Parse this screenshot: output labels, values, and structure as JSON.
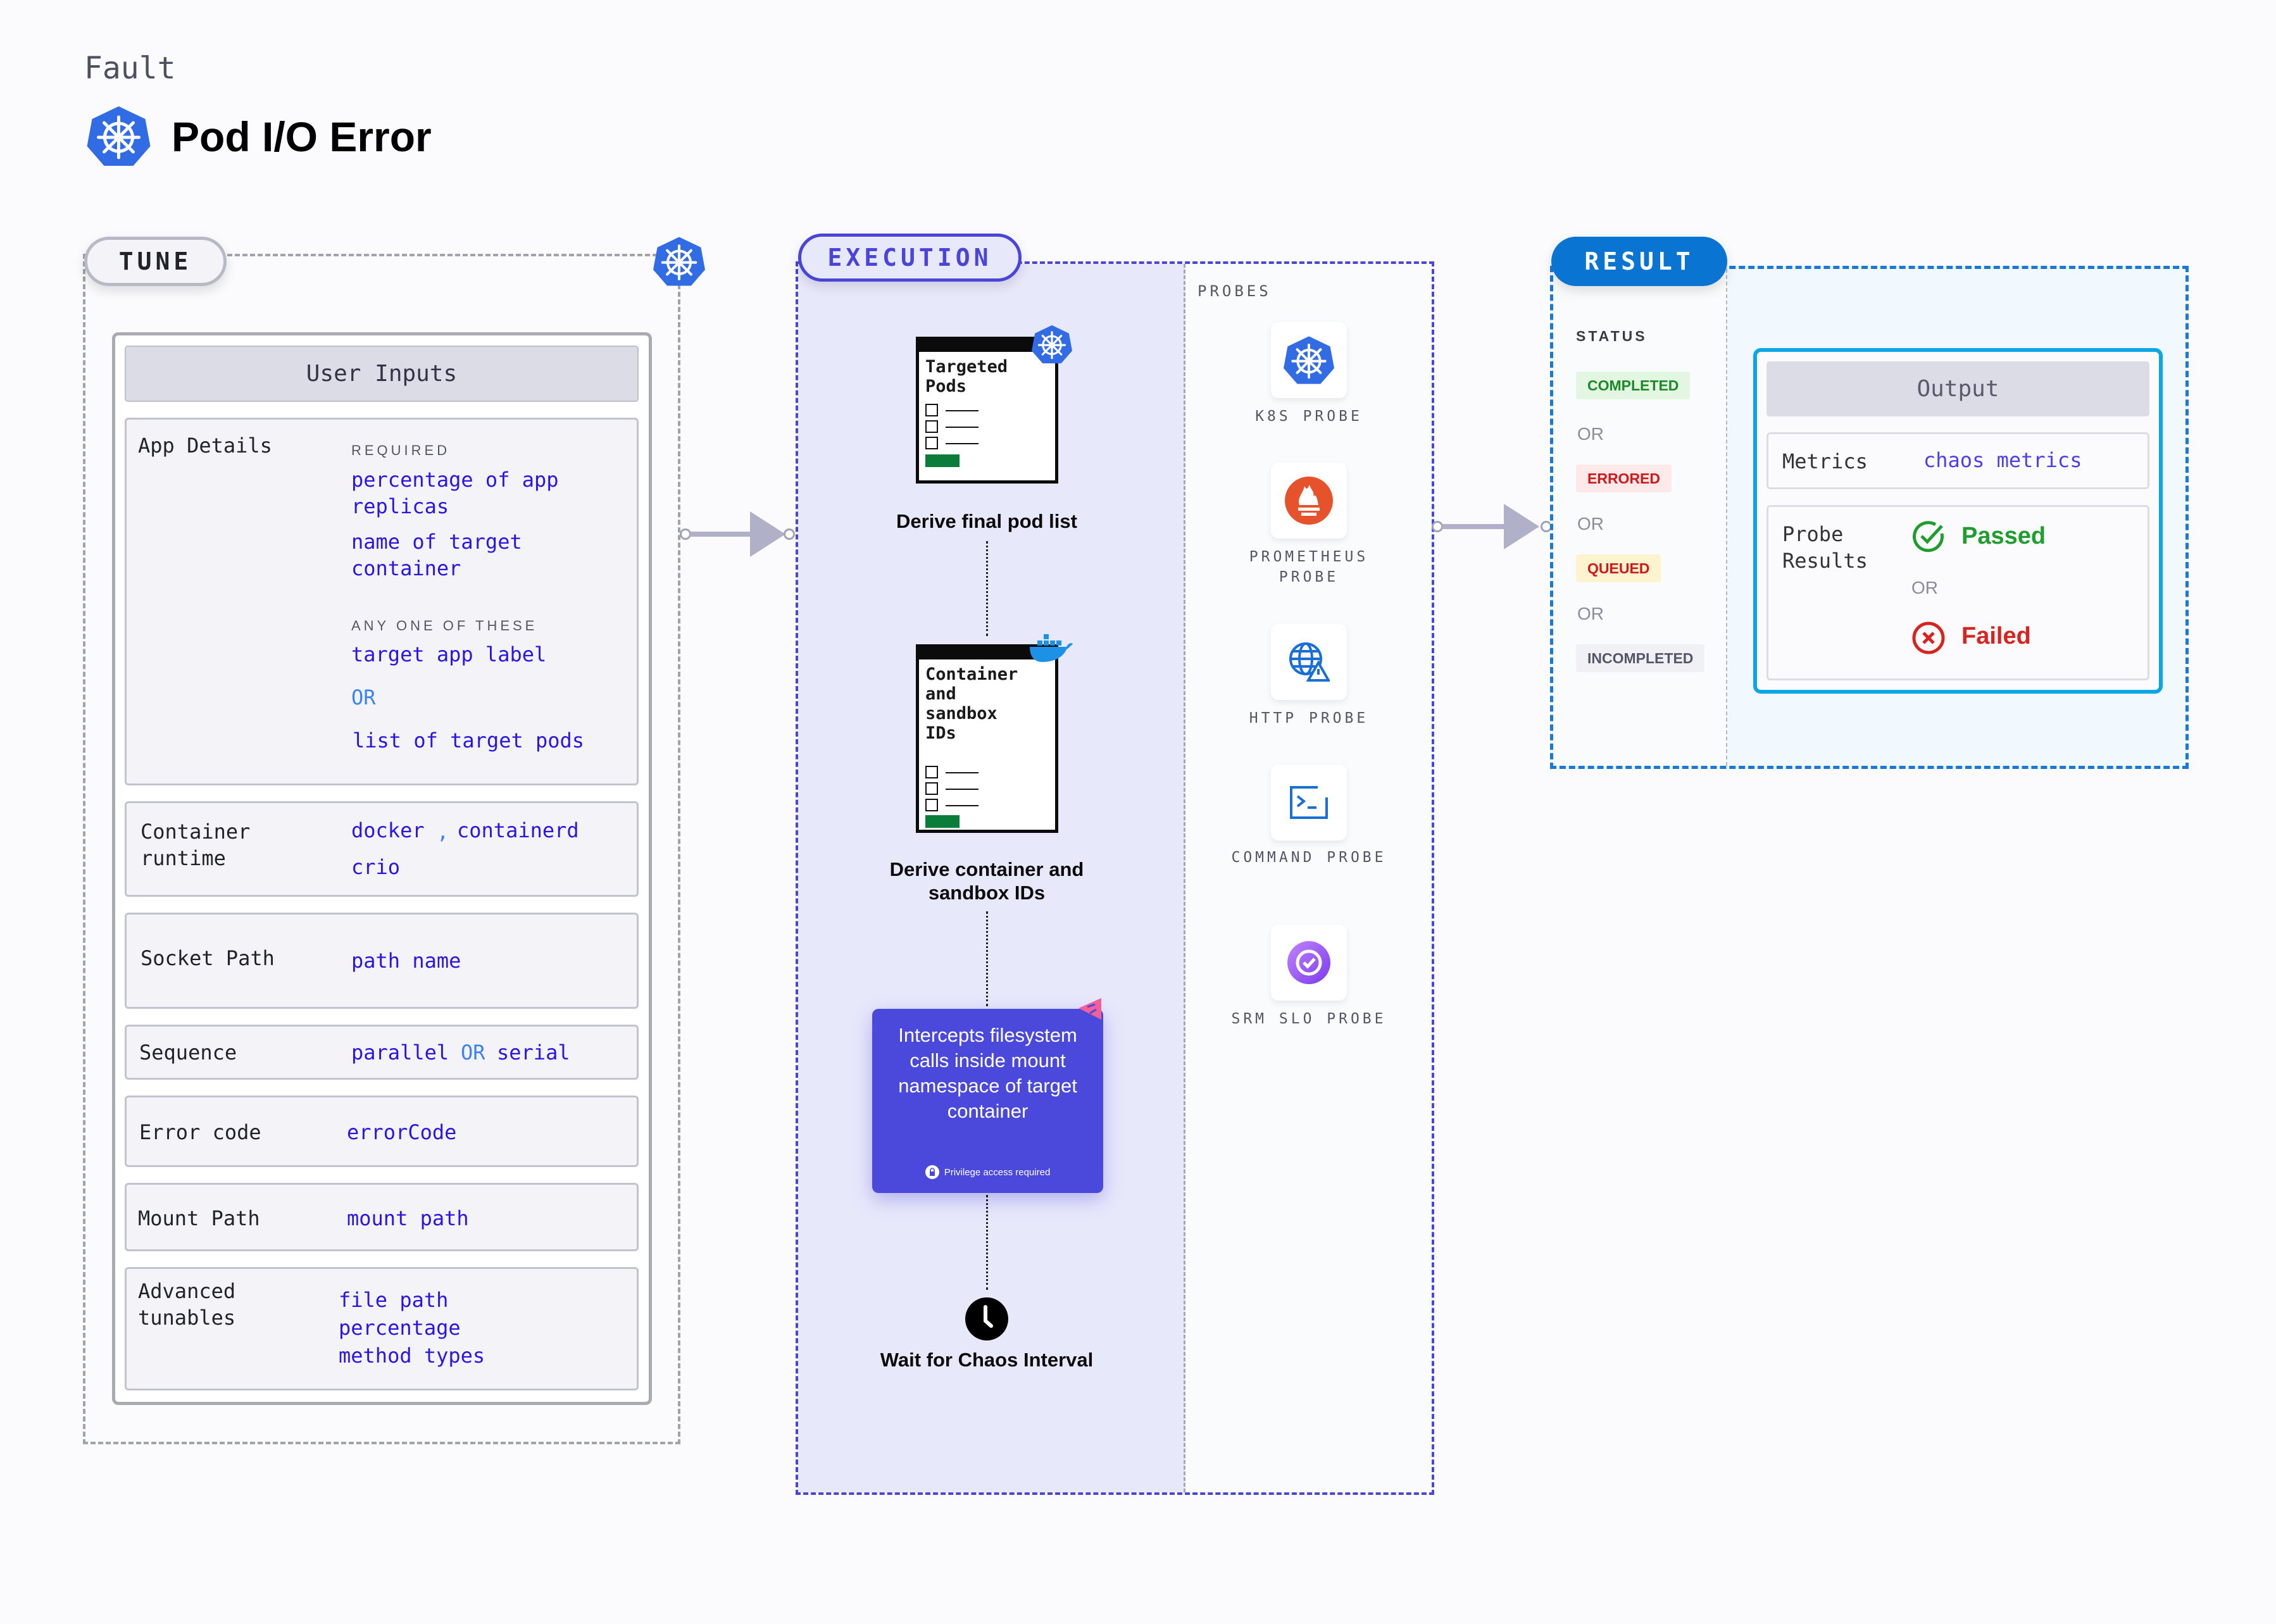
{
  "header": {
    "category": "Fault",
    "title": "Pod I/O Error",
    "title_icon": "kubernetes-icon"
  },
  "tune": {
    "label": "TUNE",
    "user_inputs_title": "User Inputs",
    "rows": {
      "app_details": {
        "label": "App Details",
        "required_caption": "REQUIRED",
        "required": [
          "percentage of app replicas",
          "name of target container"
        ],
        "any_caption": "ANY ONE OF THESE",
        "any": [
          "target app label",
          "OR",
          "list of target pods"
        ]
      },
      "container_runtime": {
        "label": "Container runtime",
        "value1": "docker",
        "sep": ",",
        "value2": "containerd",
        "value3": "crio"
      },
      "socket_path": {
        "label": "Socket Path",
        "value": "path name"
      },
      "sequence": {
        "label": "Sequence",
        "value1": "parallel",
        "or": "OR",
        "value2": "serial"
      },
      "error_code": {
        "label": "Error code",
        "value": "errorCode"
      },
      "mount_path": {
        "label": "Mount Path",
        "value": "mount path"
      },
      "advanced": {
        "label": "Advanced tunables",
        "values": [
          "file path",
          "percentage",
          "method types"
        ]
      }
    }
  },
  "execution": {
    "label": "EXECUTION",
    "steps": [
      {
        "card_title": "Targeted Pods",
        "label": "Derive final pod list",
        "badge_icon": "kubernetes-icon"
      },
      {
        "card_title": "Container and sandbox IDs",
        "label": "Derive container and sandbox IDs",
        "badge_icon": "docker-icon"
      },
      {
        "text": "Intercepts filesystem calls inside mount namespace of target container",
        "note": "Privilege access required",
        "badge_icon": "chaos-icon"
      },
      {
        "label": "Wait for Chaos Interval",
        "icon": "clock-icon"
      }
    ],
    "probes_caption": "PROBES",
    "probes": [
      {
        "label": "K8S PROBE",
        "icon": "kubernetes-icon"
      },
      {
        "label": "PROMETHEUS PROBE",
        "icon": "prometheus-icon"
      },
      {
        "label": "HTTP PROBE",
        "icon": "http-globe-icon"
      },
      {
        "label": "COMMAND PROBE",
        "icon": "terminal-icon"
      },
      {
        "label": "SRM SLO PROBE",
        "icon": "slo-icon"
      }
    ]
  },
  "result": {
    "label": "RESULT",
    "status_caption": "STATUS",
    "statuses": [
      {
        "label": "COMPLETED",
        "color": "#1d8a2a",
        "bg": "#e3f6e2"
      },
      {
        "label": "ERRORED",
        "color": "#d0191b",
        "bg": "#fde9e9"
      },
      {
        "label": "QUEUED",
        "color": "#d0191b",
        "bg": "#fdf3cf"
      },
      {
        "label": "INCOMPLETED",
        "color": "#55556a",
        "bg": "#f0f0f5"
      }
    ],
    "or": "OR",
    "output": {
      "title": "Output",
      "metrics_label": "Metrics",
      "metrics_value": "chaos metrics",
      "probe_label": "Probe Results",
      "passed": "Passed",
      "or": "OR",
      "failed": "Failed"
    }
  },
  "colors": {
    "execution": "#4a44d8",
    "result": "#0a74d3",
    "value_text": "#2a15e8",
    "passed": "#1f9d2f",
    "failed": "#d9231f"
  }
}
